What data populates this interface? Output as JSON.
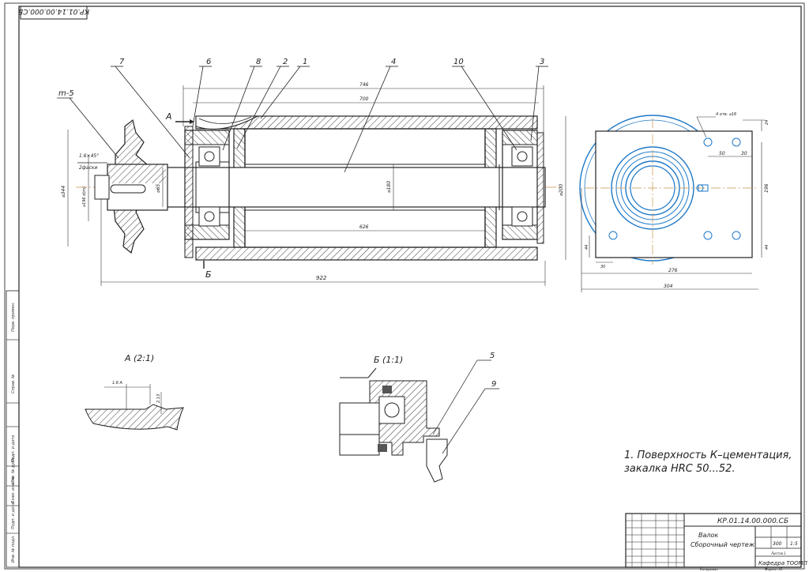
{
  "colors": {
    "line": "#2a2a2a",
    "blue": "#1e78c8",
    "hatch": "#3a3a3a"
  },
  "doc_code_rotated": "КР.01.14.00.000.СБ",
  "main_view": {
    "leaders": [
      "7",
      "6",
      "8",
      "2",
      "1",
      "4",
      "10",
      "3"
    ],
    "module": "m-5",
    "chamfer": "1.6×45°",
    "chamfer2": "2фаски",
    "section_a": "A",
    "section_b": "Б",
    "dim_outer_top": "746",
    "dim_inner_top": "700",
    "dim_mid": "626",
    "dim_total": "922",
    "dim_d_gear": "⌀344",
    "dim_d_gear2": "⌀196 d(m)",
    "dim_d_shaft": "⌀65",
    "dim_d_drum": "⌀180",
    "dim_d_flange": "⌀200"
  },
  "side_view": {
    "holes_label": "4 отв. ⌀16",
    "dim_24": "24",
    "dim_50": "50",
    "dim_30": "30",
    "dim_196": "196",
    "dim_44": "44",
    "dim_44b": "44",
    "dim_30b": "30",
    "dim_276": "276",
    "dim_304": "304"
  },
  "detail_a": {
    "title": "A (2:1)",
    "dim1": "1.6 A",
    "dim2": "2.13"
  },
  "detail_b": {
    "title": "Б (1:1)",
    "label5": "5",
    "label9": "9"
  },
  "notes": {
    "line1": "1. Поверхность К–цементация,",
    "line2": "закалка HRC 50...52."
  },
  "stamp": {
    "code": "КР.01.14.00.000.СБ",
    "name1": "Валок",
    "name2": "Сборочный чертеж",
    "mass": "300",
    "scale": "1:5",
    "org": "Кафедра ТООМП",
    "sheets": "Листов 1",
    "copied": "Копировал",
    "format": "Формат А1"
  },
  "side_strip": [
    "Перв. примен.",
    "Справ. №",
    "Подп. и дата",
    "Инв. № дубл.",
    "Взам. инв. №",
    "Подп. и дата",
    "Инв. № подл."
  ]
}
